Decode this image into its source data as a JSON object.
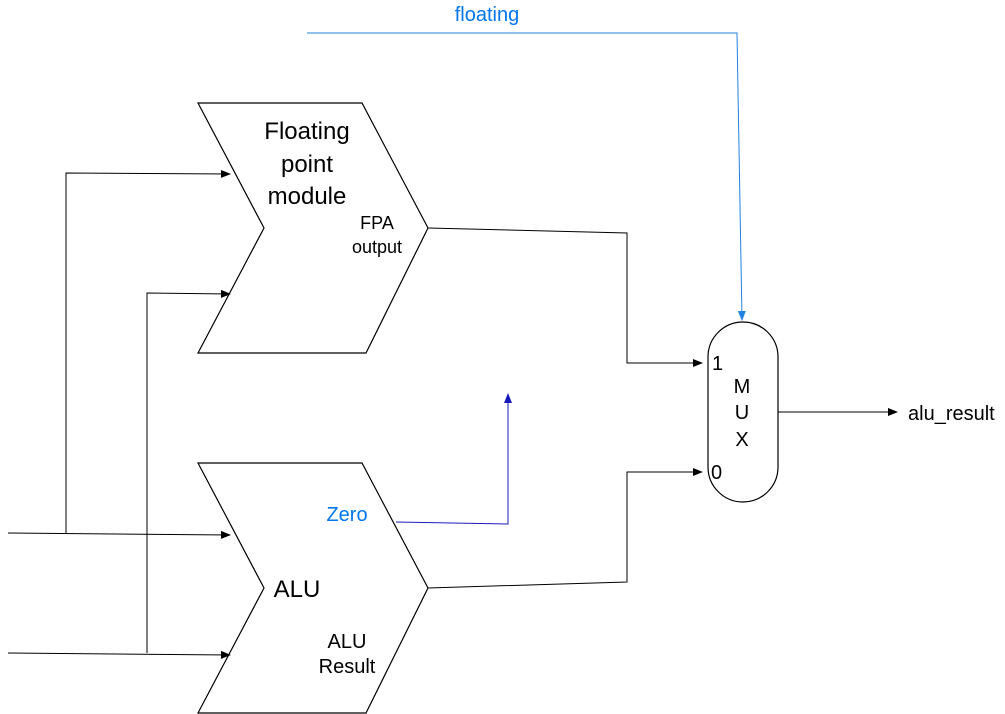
{
  "fpa": {
    "title_lines": [
      "Floating",
      "point",
      "module"
    ],
    "output_lines": [
      "FPA",
      "output"
    ]
  },
  "alu": {
    "title": "ALU",
    "zero": "Zero",
    "result_lines": [
      "ALU",
      "Result"
    ]
  },
  "mux": {
    "letters": [
      "M",
      "U",
      "X"
    ],
    "input_1": "1",
    "input_0": "0"
  },
  "signals": {
    "floating": "floating",
    "alu_result": "alu_result"
  },
  "colors": {
    "black": "#000000",
    "blue_label": "#0077ee",
    "blue_wire": "#1f82e0",
    "zero_wire": "#1a1ab8"
  }
}
